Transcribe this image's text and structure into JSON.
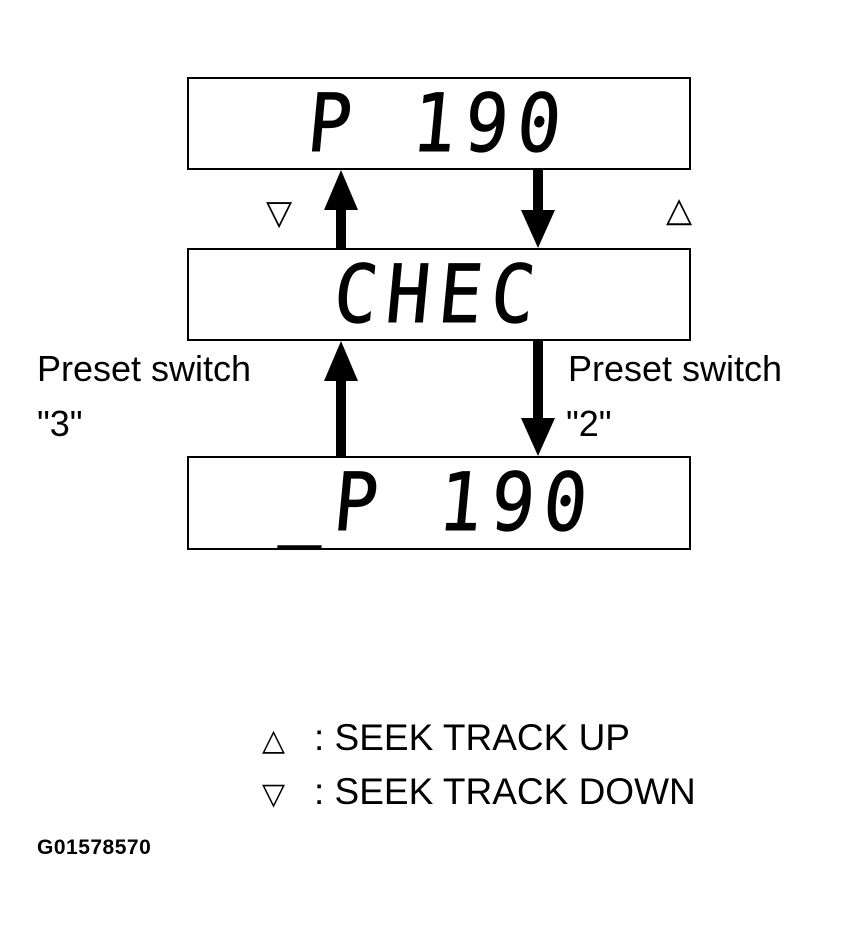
{
  "displays": {
    "top": "P 190",
    "middle": "CHEC",
    "bottom": "_P 190"
  },
  "labels": {
    "preset_left": "Preset switch",
    "preset_left_num": "\"3\"",
    "preset_right": "Preset switch",
    "preset_right_num": "\"2\""
  },
  "symbols": {
    "down_mid": "▽",
    "up_mid": "△"
  },
  "legend": {
    "up_symbol": "△",
    "up_text": ": SEEK TRACK UP",
    "down_symbol": "▽",
    "down_text": ": SEEK TRACK DOWN"
  },
  "figure_id": "G01578570",
  "colors": {
    "ink": "#000000",
    "background": "#ffffff"
  }
}
